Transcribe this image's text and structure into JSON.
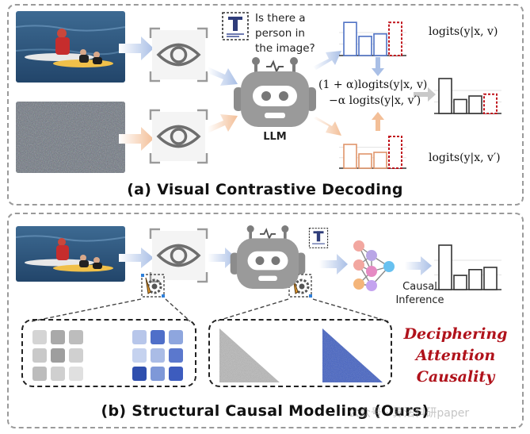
{
  "panel_a": {
    "caption": "(a) Visual Contrastive Decoding",
    "question": "Is there a person in the image?",
    "llm_label": "LLM",
    "formula_line1": "(1 + α)logits(y|x, v)",
    "formula_line2": "−α logits(y|x, v′)",
    "logits_top": "logits(y|x, v)",
    "logits_bottom": "logits(y|x, v′)",
    "chart_top": [
      0.95,
      0.55,
      0.62,
      0.95
    ],
    "chart_mid": [
      1.0,
      0.4,
      0.5,
      0.55
    ],
    "chart_bottom": [
      0.75,
      0.45,
      0.5,
      1.0
    ]
  },
  "panel_b": {
    "caption": "(b) Structural Causal Modeling (Ours)",
    "causal_label": "Causal Inference",
    "highlight": [
      "Deciphering",
      "Attention",
      "Causality"
    ],
    "chart": [
      1.0,
      0.32,
      0.45,
      0.5
    ]
  },
  "watermark": "公众号 · 算法科研paper",
  "colors": {
    "blue": "#4f72c4",
    "orange": "#e0956a",
    "red_dash": "#c0141c",
    "highlight_red": "#b0121b"
  }
}
